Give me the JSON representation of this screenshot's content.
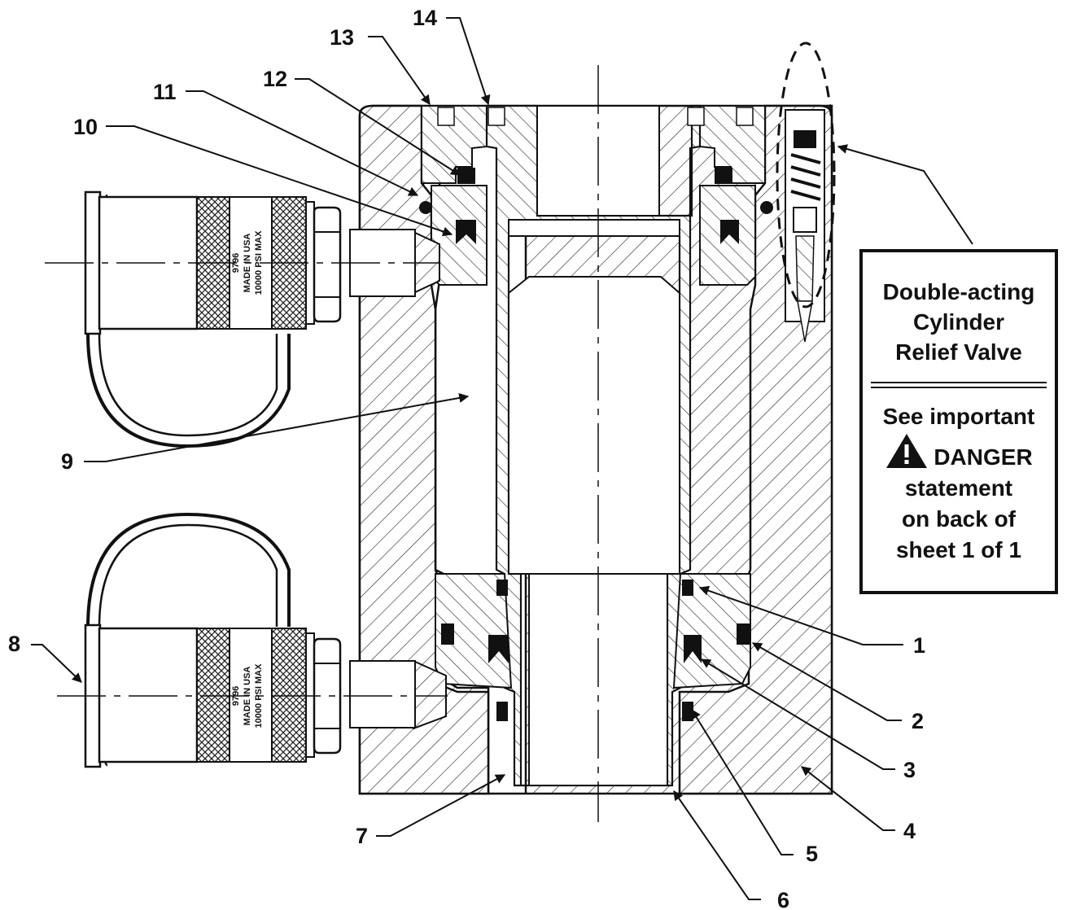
{
  "callouts": [
    "1",
    "2",
    "3",
    "4",
    "5",
    "6",
    "7",
    "8",
    "9",
    "10",
    "11",
    "12",
    "13",
    "14"
  ],
  "fittings": {
    "top": {
      "model": "9796",
      "line1": "MADE IN USA",
      "line2": "10000 PSI MAX"
    },
    "bottom": {
      "model": "9796",
      "line1": "MADE IN USA",
      "line2": "10000 PSI MAX"
    }
  },
  "note": {
    "title": [
      "Double-acting",
      "Cylinder",
      "Relief Valve"
    ],
    "see": "See important",
    "danger": "DANGER",
    "rest": [
      "statement",
      "on back of",
      "sheet 1 of 1"
    ]
  },
  "icons": {
    "warning": "warning-triangle-icon"
  },
  "colors": {
    "ink": "#111111",
    "paper": "#ffffff"
  }
}
